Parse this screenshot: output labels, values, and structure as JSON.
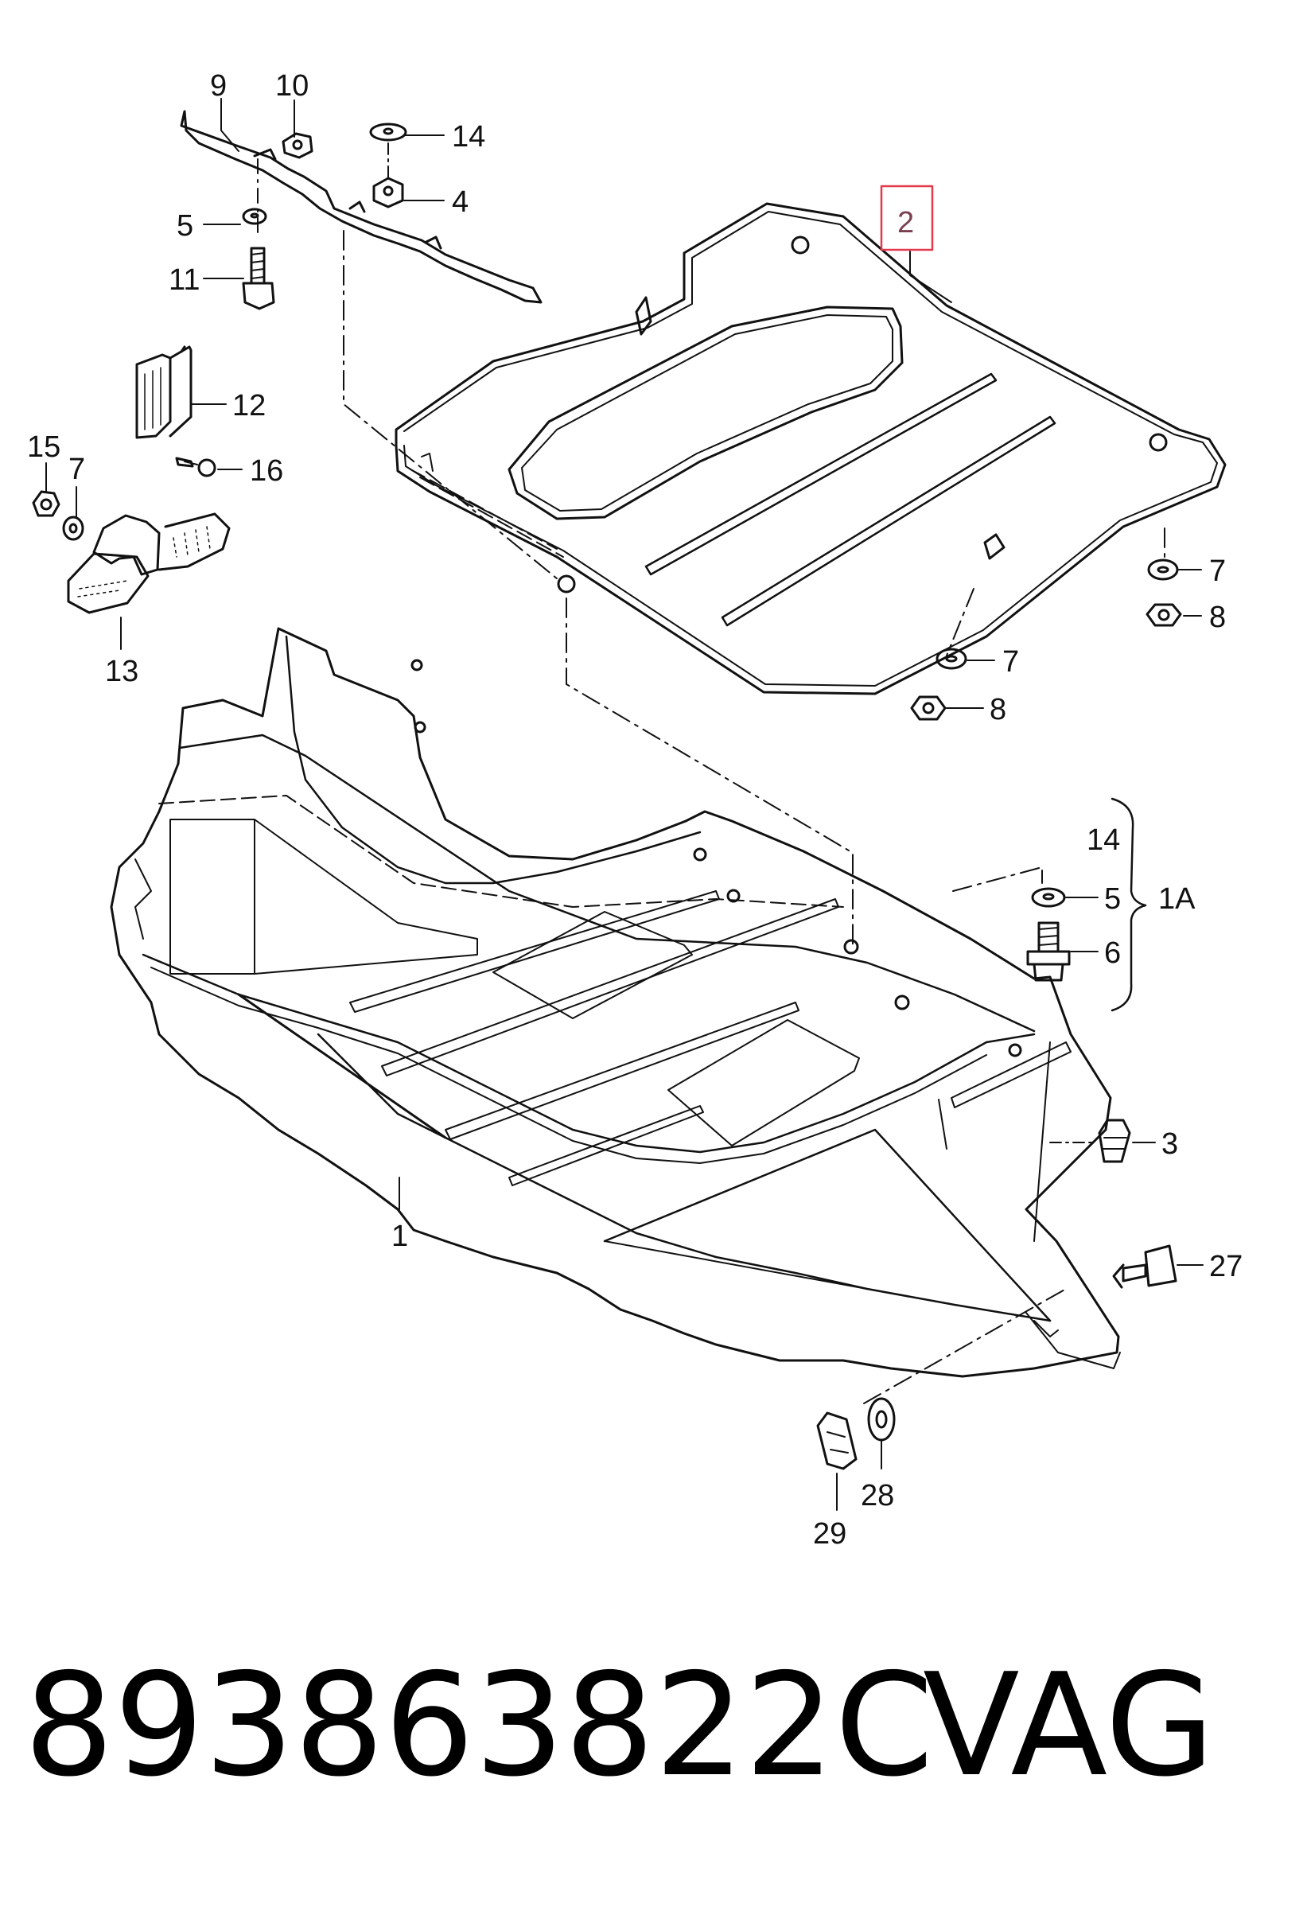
{
  "callouts": {
    "n9": "9",
    "n10": "10",
    "n14a": "14",
    "n4": "4",
    "n5a": "5",
    "n11": "11",
    "n12": "12",
    "n15": "15",
    "n7a": "7",
    "n16": "16",
    "n13": "13",
    "n2": "2",
    "n7b": "7",
    "n8a": "8",
    "n7c": "7",
    "n8b": "8",
    "n14b": "14",
    "n5b": "5",
    "n1A": "1A",
    "n6": "6",
    "n3": "3",
    "n1": "1",
    "n27": "27",
    "n28": "28",
    "n29": "29"
  },
  "highlight_color": "#e23a4a",
  "footer": {
    "part_number": "893863822C",
    "brand": "VAG"
  }
}
